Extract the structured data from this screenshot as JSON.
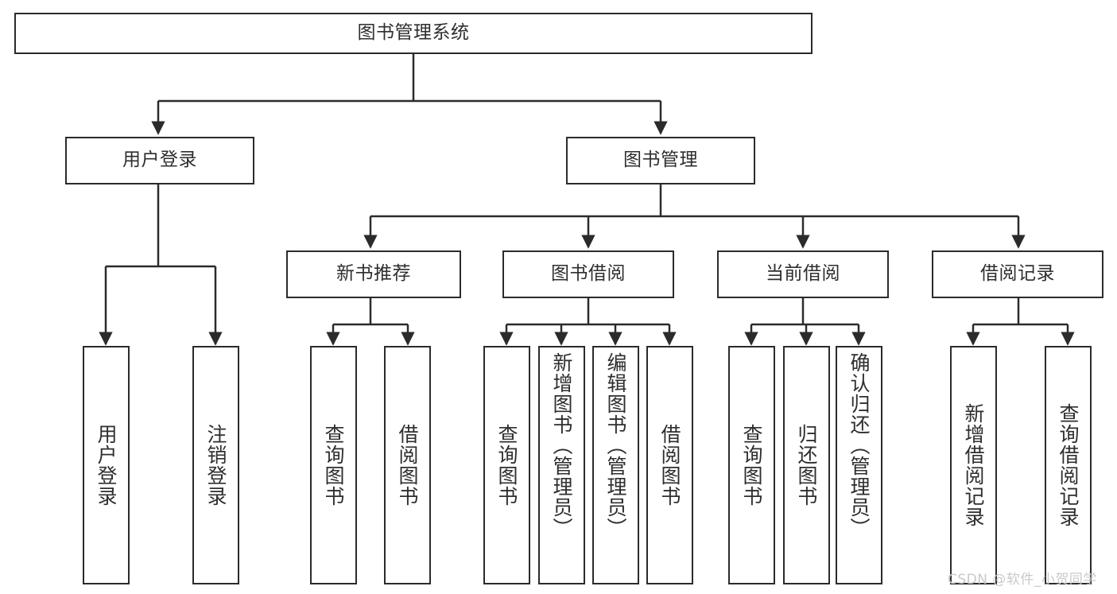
{
  "diagram": {
    "title": "图书管理系统",
    "type": "hierarchy-tree",
    "watermark": "CSDN @软件_小贺同学",
    "colors": {
      "box_border": "#2b2b2b",
      "box_fill": "#ffffff",
      "text": "#2e2e2e",
      "edge": "#2b2b2b",
      "watermark": "#c9c9c9",
      "background": "#ffffff"
    },
    "levels": {
      "level1": [
        "图书管理系统"
      ],
      "level2": [
        "用户登录",
        "图书管理"
      ],
      "level3": [
        "新书推荐",
        "图书借阅",
        "当前借阅",
        "借阅记录"
      ]
    },
    "nodes": {
      "root": {
        "label": "图书管理系统"
      },
      "user_login": {
        "label": "用户登录"
      },
      "book_manage": {
        "label": "图书管理"
      },
      "new_book_rec": {
        "label": "新书推荐"
      },
      "book_borrow": {
        "label": "图书借阅"
      },
      "current_borrow": {
        "label": "当前借阅"
      },
      "borrow_record": {
        "label": "借阅记录"
      },
      "leaf_user_login": {
        "label": "用户登录"
      },
      "leaf_user_logout": {
        "label": "注销登录"
      },
      "leaf_query_book_1": {
        "label": "查询图书"
      },
      "leaf_borrow_book_1": {
        "label": "借阅图书"
      },
      "leaf_query_book_2": {
        "label": "查询图书"
      },
      "leaf_add_book": {
        "label": "新增图书（管理员）"
      },
      "leaf_edit_book": {
        "label": "编辑图书（管理员）"
      },
      "leaf_borrow_book_2": {
        "label": "借阅图书"
      },
      "leaf_query_book_3": {
        "label": "查询图书"
      },
      "leaf_return_book": {
        "label": "归还图书"
      },
      "leaf_confirm_return": {
        "label": "确认归还（管理员）"
      },
      "leaf_add_record": {
        "label": "新增借阅记录"
      },
      "leaf_query_record": {
        "label": "查询借阅记录"
      }
    },
    "edges": [
      {
        "from": "root",
        "to": "user_login"
      },
      {
        "from": "root",
        "to": "book_manage"
      },
      {
        "from": "user_login",
        "to": "leaf_user_login"
      },
      {
        "from": "user_login",
        "to": "leaf_user_logout"
      },
      {
        "from": "book_manage",
        "to": "new_book_rec"
      },
      {
        "from": "book_manage",
        "to": "book_borrow"
      },
      {
        "from": "book_manage",
        "to": "current_borrow"
      },
      {
        "from": "book_manage",
        "to": "borrow_record"
      },
      {
        "from": "new_book_rec",
        "to": "leaf_query_book_1"
      },
      {
        "from": "new_book_rec",
        "to": "leaf_borrow_book_1"
      },
      {
        "from": "book_borrow",
        "to": "leaf_query_book_2"
      },
      {
        "from": "book_borrow",
        "to": "leaf_add_book"
      },
      {
        "from": "book_borrow",
        "to": "leaf_edit_book"
      },
      {
        "from": "book_borrow",
        "to": "leaf_borrow_book_2"
      },
      {
        "from": "current_borrow",
        "to": "leaf_query_book_3"
      },
      {
        "from": "current_borrow",
        "to": "leaf_return_book"
      },
      {
        "from": "current_borrow",
        "to": "leaf_confirm_return"
      },
      {
        "from": "borrow_record",
        "to": "leaf_add_record"
      },
      {
        "from": "borrow_record",
        "to": "leaf_query_record"
      }
    ]
  }
}
